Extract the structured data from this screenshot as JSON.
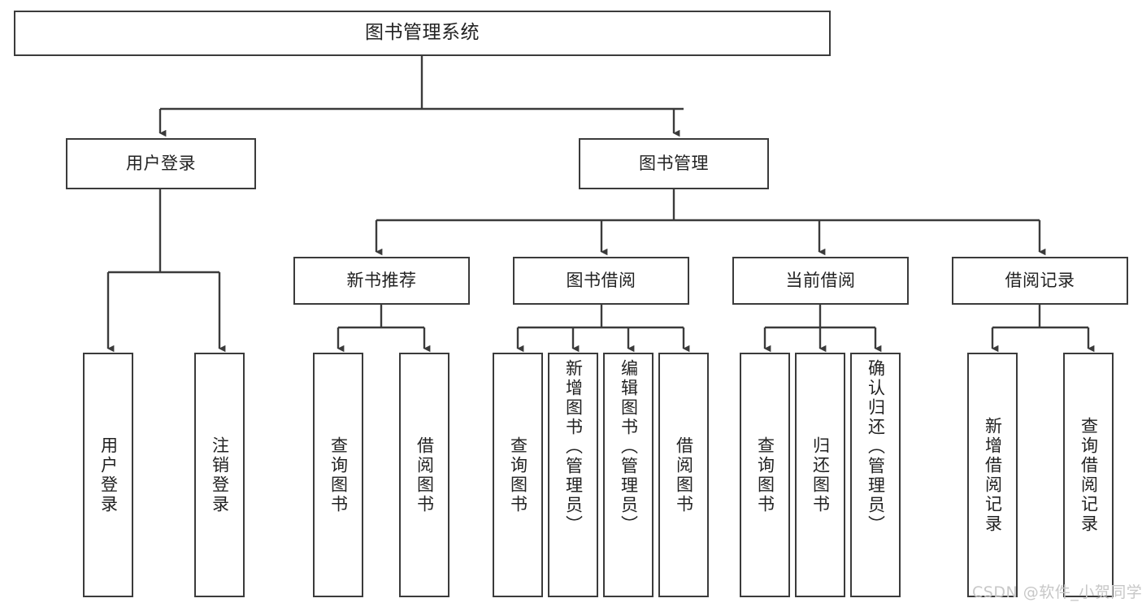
{
  "diagram": {
    "type": "tree",
    "title": "图书管理系统",
    "watermark": "CSDN @软件_小贺同学",
    "colors": {
      "box_border": "#3b3b3b",
      "box_fill": "#ffffff",
      "connector": "#3b3b3b",
      "text": "#222222",
      "watermark": "#c7c7c7",
      "background": "#ffffff"
    },
    "levels": {
      "root": "图书管理系统",
      "level2": [
        "用户登录",
        "图书管理"
      ],
      "level3": [
        "新书推荐",
        "图书借阅",
        "当前借阅",
        "借阅记录"
      ]
    },
    "nodes": {
      "root": {
        "label": "图书管理系统"
      },
      "user_login": {
        "label": "用户登录"
      },
      "book_manage": {
        "label": "图书管理"
      },
      "new_book_rec": {
        "label": "新书推荐"
      },
      "book_borrow": {
        "label": "图书借阅"
      },
      "current_borrow": {
        "label": "当前借阅"
      },
      "borrow_record": {
        "label": "借阅记录"
      }
    },
    "leaves": {
      "user_login": [
        {
          "label": "用户登录"
        },
        {
          "label": "注销登录"
        }
      ],
      "new_book_rec": [
        {
          "label": "查询图书"
        },
        {
          "label": "借阅图书"
        }
      ],
      "book_borrow": [
        {
          "label": "查询图书"
        },
        {
          "label": "新增图书（管理员）"
        },
        {
          "label": "编辑图书（管理员）"
        },
        {
          "label": "借阅图书"
        }
      ],
      "current_borrow": [
        {
          "label": "查询图书"
        },
        {
          "label": "归还图书"
        },
        {
          "label": "确认归还（管理员）"
        }
      ],
      "borrow_record": [
        {
          "label": "新增借阅记录"
        },
        {
          "label": "查询借阅记录"
        }
      ]
    }
  }
}
